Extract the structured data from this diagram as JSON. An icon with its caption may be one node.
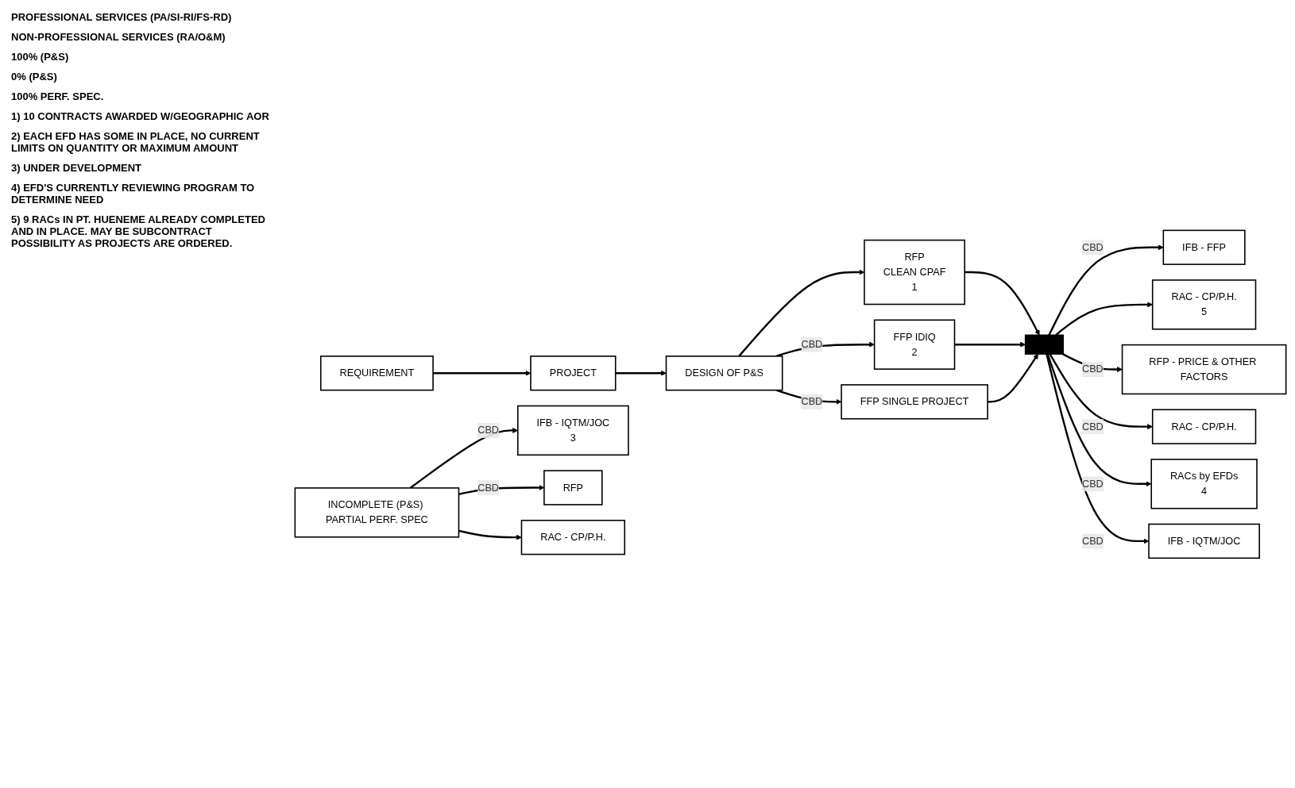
{
  "diagram": {
    "nodes": [
      {
        "text": [
          "REQUIREMENT"
        ]
      },
      {
        "text": [
          "PROJECT"
        ]
      },
      {
        "text": [
          "DESIGN OF P&S"
        ]
      },
      {
        "text": [
          "RFP",
          "CLEAN CPAF",
          "1"
        ]
      },
      {
        "text": [
          "FFP IDIQ",
          "2"
        ]
      },
      {
        "text": [
          "FFP SINGLE PROJECT"
        ]
      },
      {
        "text": [],
        "shape": "bar"
      },
      {
        "text": [
          "IFB - FFP"
        ]
      },
      {
        "text": [
          "RAC - CP/P.H.",
          "5"
        ]
      },
      {
        "text": [
          "RFP - PRICE & OTHER FACTORS"
        ]
      },
      {
        "text": [
          "INCOMPLETE (P&S) PARTIAL PERF. SPEC"
        ]
      },
      {
        "text": [
          "IFB - IQTM/JOC",
          "3"
        ]
      },
      {
        "text": [
          "RFP"
        ]
      },
      {
        "text": [
          "RAC - CP/P.H."
        ]
      },
      {
        "text": [
          "RAC - CP/P.H."
        ]
      },
      {
        "text": [
          "RACs by EFDs",
          "4"
        ]
      },
      {
        "text": [
          "IFB - IQTM/JOC"
        ]
      }
    ],
    "edges": [
      {
        "from": 0,
        "to": 1,
        "arrow": "to"
      },
      {
        "from": 1,
        "to": 2,
        "arrow": "to"
      },
      {
        "from": 2,
        "to": 3,
        "arrow": "to"
      },
      {
        "from": 2,
        "to": 4,
        "label": "CBD",
        "arrow": "to"
      },
      {
        "from": 2,
        "to": 5,
        "label": "CBD",
        "arrow": "to"
      },
      {
        "from": 3,
        "to": 6,
        "arrow": "to"
      },
      {
        "from": 4,
        "to": 6,
        "arrow": "to"
      },
      {
        "from": 5,
        "to": 6,
        "arrow": "to"
      },
      {
        "from": 6,
        "to": 7,
        "label": "CBD",
        "arrow": "to"
      },
      {
        "from": 6,
        "to": 8,
        "arrow": "to"
      },
      {
        "from": 6,
        "to": 9,
        "label": "CBD",
        "arrow": "to"
      },
      {
        "from": 10,
        "to": 11,
        "label": "CBD",
        "arrow": "to"
      },
      {
        "from": 10,
        "to": 12,
        "label": "CBD",
        "arrow": "to"
      },
      {
        "from": 10,
        "to": 13,
        "arrow": "to"
      },
      {
        "from": 6,
        "to": 14,
        "label": "CBD",
        "arrow": "to"
      },
      {
        "from": 6,
        "to": 15,
        "label": "CBD",
        "arrow": "to"
      },
      {
        "from": 6,
        "to": 16,
        "label": "CBD",
        "arrow": "to"
      }
    ],
    "labels": [
      "PROFESSIONAL SERVICES (PA/SI-RI/FS-RD)",
      "NON-PROFESSIONAL SERVICES (RA/O&M)",
      "100% (P&S)",
      "0% (P&S)",
      "100% PERF. SPEC.",
      "1) 10 CONTRACTS AWARDED W/GEOGRAPHIC AOR",
      "2) EACH EFD HAS SOME IN PLACE, NO CURRENT LIMITS ON QUANTITY OR MAXIMUM AMOUNT",
      "3) UNDER DEVELOPMENT",
      "4) EFD'S CURRENTLY REVIEWING PROGRAM TO DETERMINE NEED",
      "5) 9 RACs IN PT. HUENEME ALREADY COMPLETED AND IN PLACE. MAY BE SUBCONTRACT POSSIBILITY AS PROJECTS ARE ORDERED."
    ]
  }
}
